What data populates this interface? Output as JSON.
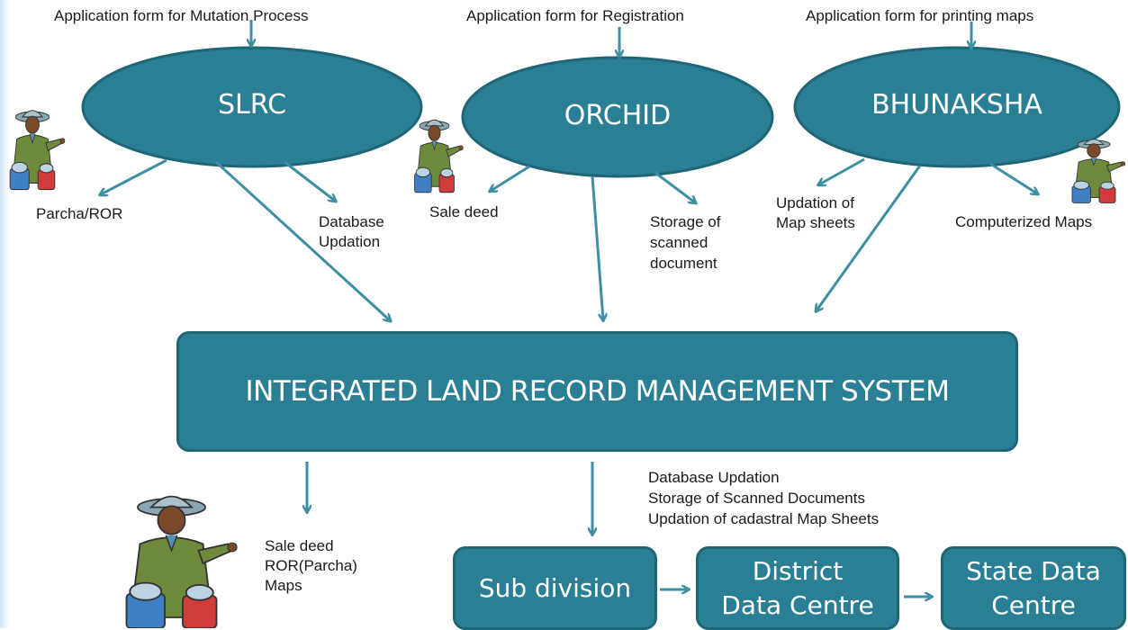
{
  "colors": {
    "teal": "#2a7f94",
    "teal_border": "#1e6577",
    "arrow": "#3e8fa4"
  },
  "inputs": {
    "mutation": "Application form for Mutation Process",
    "registration": "Application form for Registration",
    "maps": "Application form for printing maps"
  },
  "systems": {
    "slrc": "SLRC",
    "orchid": "ORCHID",
    "bhunaksha": "BHUNAKSHA"
  },
  "outputs": {
    "parcha_ror": "Parcha/ROR",
    "database_updation": "Database\nUpdation",
    "sale_deed": "Sale deed",
    "storage_scanned": "Storage of\nscanned\ndocument",
    "updation_map_sheets": "Updation of\nMap sheets",
    "computerized_maps": "Computerized Maps"
  },
  "main_system": "INTEGRATED LAND  RECORD MANAGEMENT SYSTEM",
  "citizen_outputs": "Sale deed\nROR(Parcha)\nMaps",
  "flow_outputs": "Database Updation\nStorage of Scanned Documents\nUpdation of cadastral Map Sheets",
  "centres": {
    "sub_division": "Sub division",
    "district": "District\nData Centre",
    "state": "State Data\nCentre"
  },
  "icons": [
    "surveyor-figure-icon"
  ]
}
